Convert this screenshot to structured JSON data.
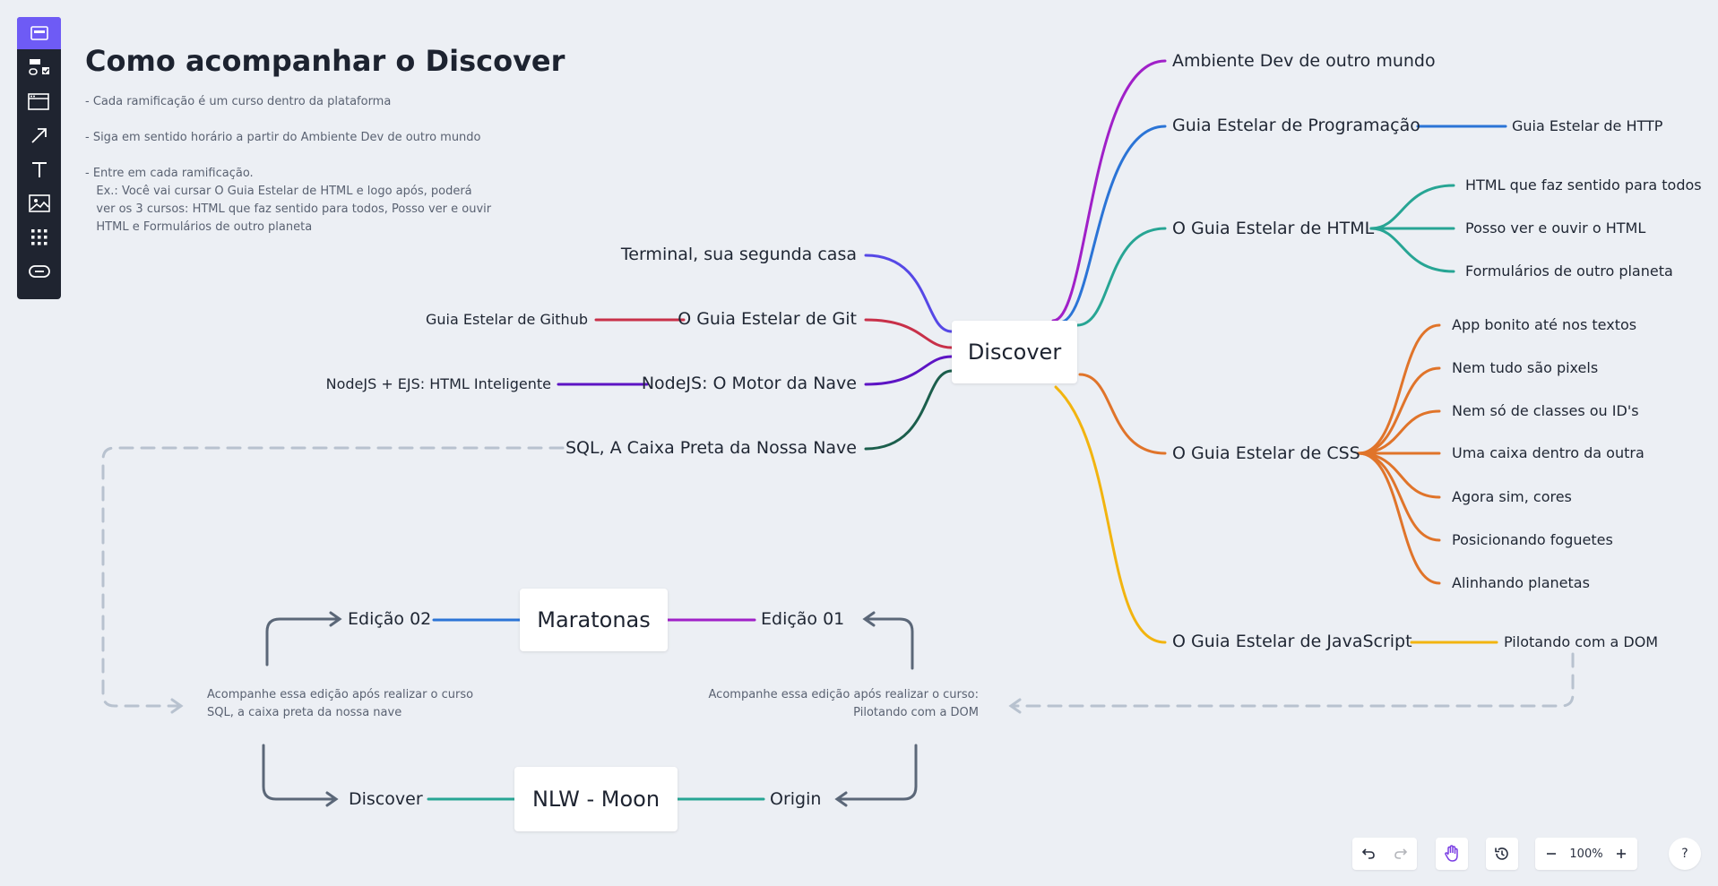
{
  "title": "Como acompanhar o Discover",
  "notes": {
    "line1": "- Cada ramificação é um curso dentro da plataforma",
    "line2": "- Siga em sentido horário a partir do Ambiente Dev de outro mundo",
    "line3": "- Entre em cada ramificação.\n   Ex.: Você vai cursar O Guia Estelar de HTML e logo após, poderá\n   ver os 3 cursos: HTML que faz sentido para todos, Posso ver e ouvir\n   HTML e Formulários de outro planeta"
  },
  "central": "Discover",
  "right_branches": {
    "ambiente": "Ambiente Dev de outro mundo",
    "programacao": "Guia Estelar de Programação",
    "programacao_child": "Guia Estelar de HTTP",
    "html": "O Guia Estelar de HTML",
    "html_children": [
      "HTML que faz sentido para todos",
      "Posso ver e ouvir o HTML",
      "Formulários de outro planeta"
    ],
    "css": "O Guia Estelar de CSS",
    "css_children": [
      "App bonito até nos textos",
      "Nem tudo são pixels",
      "Nem só de classes ou ID's",
      "Uma caixa dentro da outra",
      "Agora sim, cores",
      "Posicionando foguetes",
      "Alinhando planetas"
    ],
    "javascript": "O Guia Estelar de JavaScript",
    "javascript_child": "Pilotando com a DOM"
  },
  "left_branches": {
    "terminal": "Terminal, sua segunda casa",
    "git": "O Guia Estelar de Git",
    "git_child": "Guia Estelar de Github",
    "node": "NodeJS: O Motor da Nave",
    "node_child": "NodeJS +  EJS: HTML Inteligente",
    "sql": "SQL, A Caixa Preta da Nossa Nave"
  },
  "maratonas": {
    "center": "Maratonas",
    "left": "Edição 02",
    "right": "Edição 01"
  },
  "nlw": {
    "center": "NLW - Moon",
    "left": "Discover",
    "right": "Origin"
  },
  "annotations": {
    "left": "Acompanhe essa edição após realizar o curso\nSQL, a caixa preta da nossa nave",
    "right": "Acompanhe essa edição após realizar o curso:\nPilotando com a DOM"
  },
  "toolbar": {
    "tools": [
      "frame-icon",
      "flowchart-icon",
      "browser-window-icon",
      "arrow-icon",
      "text-icon",
      "image-icon",
      "grid-icon",
      "link-icon"
    ]
  },
  "controls": {
    "zoom": "100%",
    "help": "?"
  },
  "colors": {
    "ambiente": "#a020c8",
    "programacao": "#2b74d6",
    "html": "#27a594",
    "css": "#e0742a",
    "javascript": "#f2b40f",
    "terminal": "#5648e6",
    "git": "#c83049",
    "node": "#5d14c4",
    "sql": "#1b5e4c",
    "connector": "#5b6778",
    "dashed": "#b8c2cf",
    "tool_active": "#6e5bf5"
  }
}
